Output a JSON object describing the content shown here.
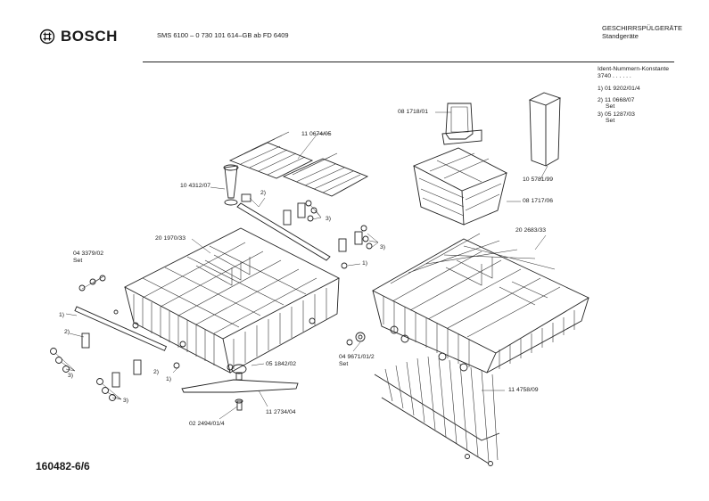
{
  "header": {
    "brand": "BOSCH",
    "model_line": "SMS 6100  – 0 730 101 614–GB  ab FD 6409",
    "category": "GESCHIRRSPÜLGERÄTE",
    "subcategory": "Standgeräte"
  },
  "ident": {
    "title": "Ident-Nummern-Konstante",
    "value": "3740  . .  . . . .",
    "notes": [
      {
        "num": "1)",
        "code": "01 9202/01/4",
        "sub": ""
      },
      {
        "num": "2)",
        "code": "11 0668/07",
        "sub": "Set"
      },
      {
        "num": "3)",
        "code": "05 1287/03",
        "sub": "Set"
      }
    ]
  },
  "labels": {
    "p081718": "08 1718/01",
    "p110674": "11 0674/05",
    "p104312": "10 4312/07",
    "p201970": "20 1970/33",
    "p043379": "04 3379/02",
    "p043379_set": "Set",
    "p105781": "10 5781/99",
    "p081717": "08 1717/06",
    "p202683": "20 2683/33",
    "p051842": "05 1842/02",
    "p049671": "04 9671/01/2",
    "p049671_set": "Set",
    "p114758": "11 4758/09",
    "p112734": "11 2734/04",
    "p022494": "02 2494/01/4",
    "n1": "1)",
    "n2": "2)",
    "n3": "3)"
  },
  "footer": {
    "doc_number": "160482-6/6"
  }
}
